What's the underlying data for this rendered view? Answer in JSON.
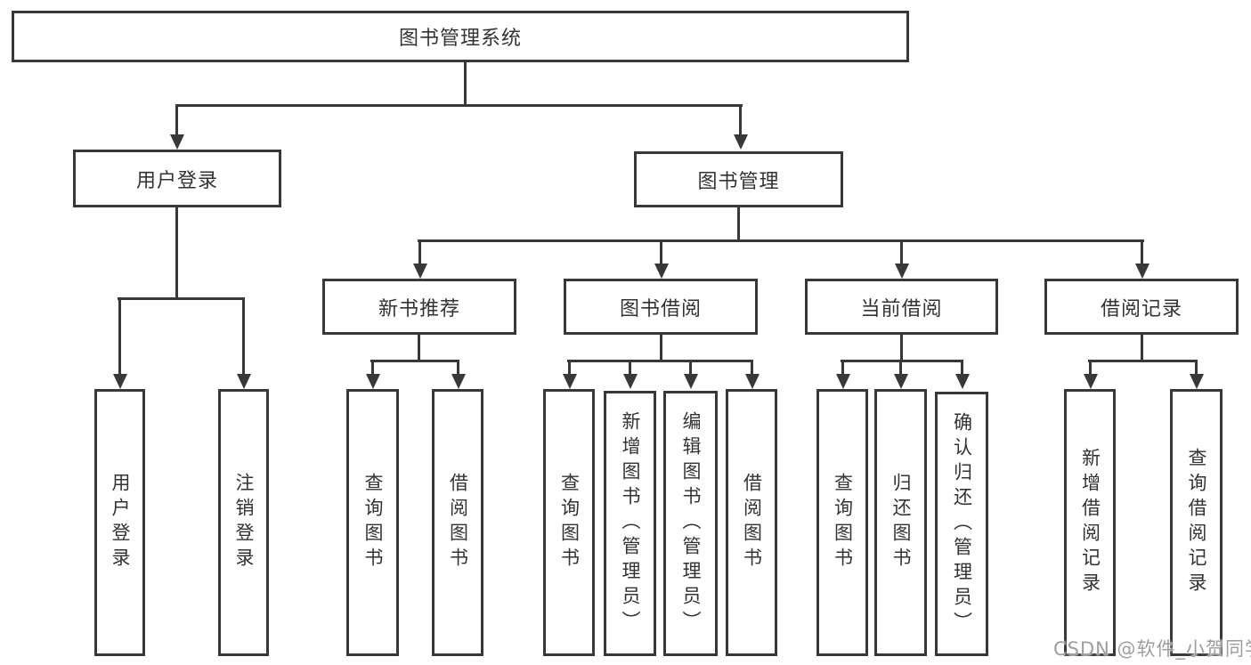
{
  "tree": {
    "root": {
      "label": "图书管理系统"
    },
    "level2": [
      {
        "label": "用户登录",
        "children": [
          "用户登录",
          "注销登录"
        ]
      },
      {
        "label": "图书管理"
      }
    ],
    "branches": [
      {
        "label": "新书推荐",
        "children": [
          "查询图书",
          "借阅图书"
        ]
      },
      {
        "label": "图书借阅",
        "children": [
          "查询图书",
          "新增图书（管理员）",
          "编辑图书（管理员）",
          "借阅图书"
        ]
      },
      {
        "label": "当前借阅",
        "children": [
          "查询图书",
          "归还图书",
          "确认归还（管理员）"
        ]
      },
      {
        "label": "借阅记录",
        "children": [
          "新增借阅记录",
          "查询借阅记录"
        ]
      }
    ]
  },
  "watermark": {
    "text": "CSDN @软件_小贺同学",
    "color": "#9e9e9e"
  },
  "colors": {
    "line": "#383838",
    "background": "#ffffff",
    "text": "#333333"
  }
}
